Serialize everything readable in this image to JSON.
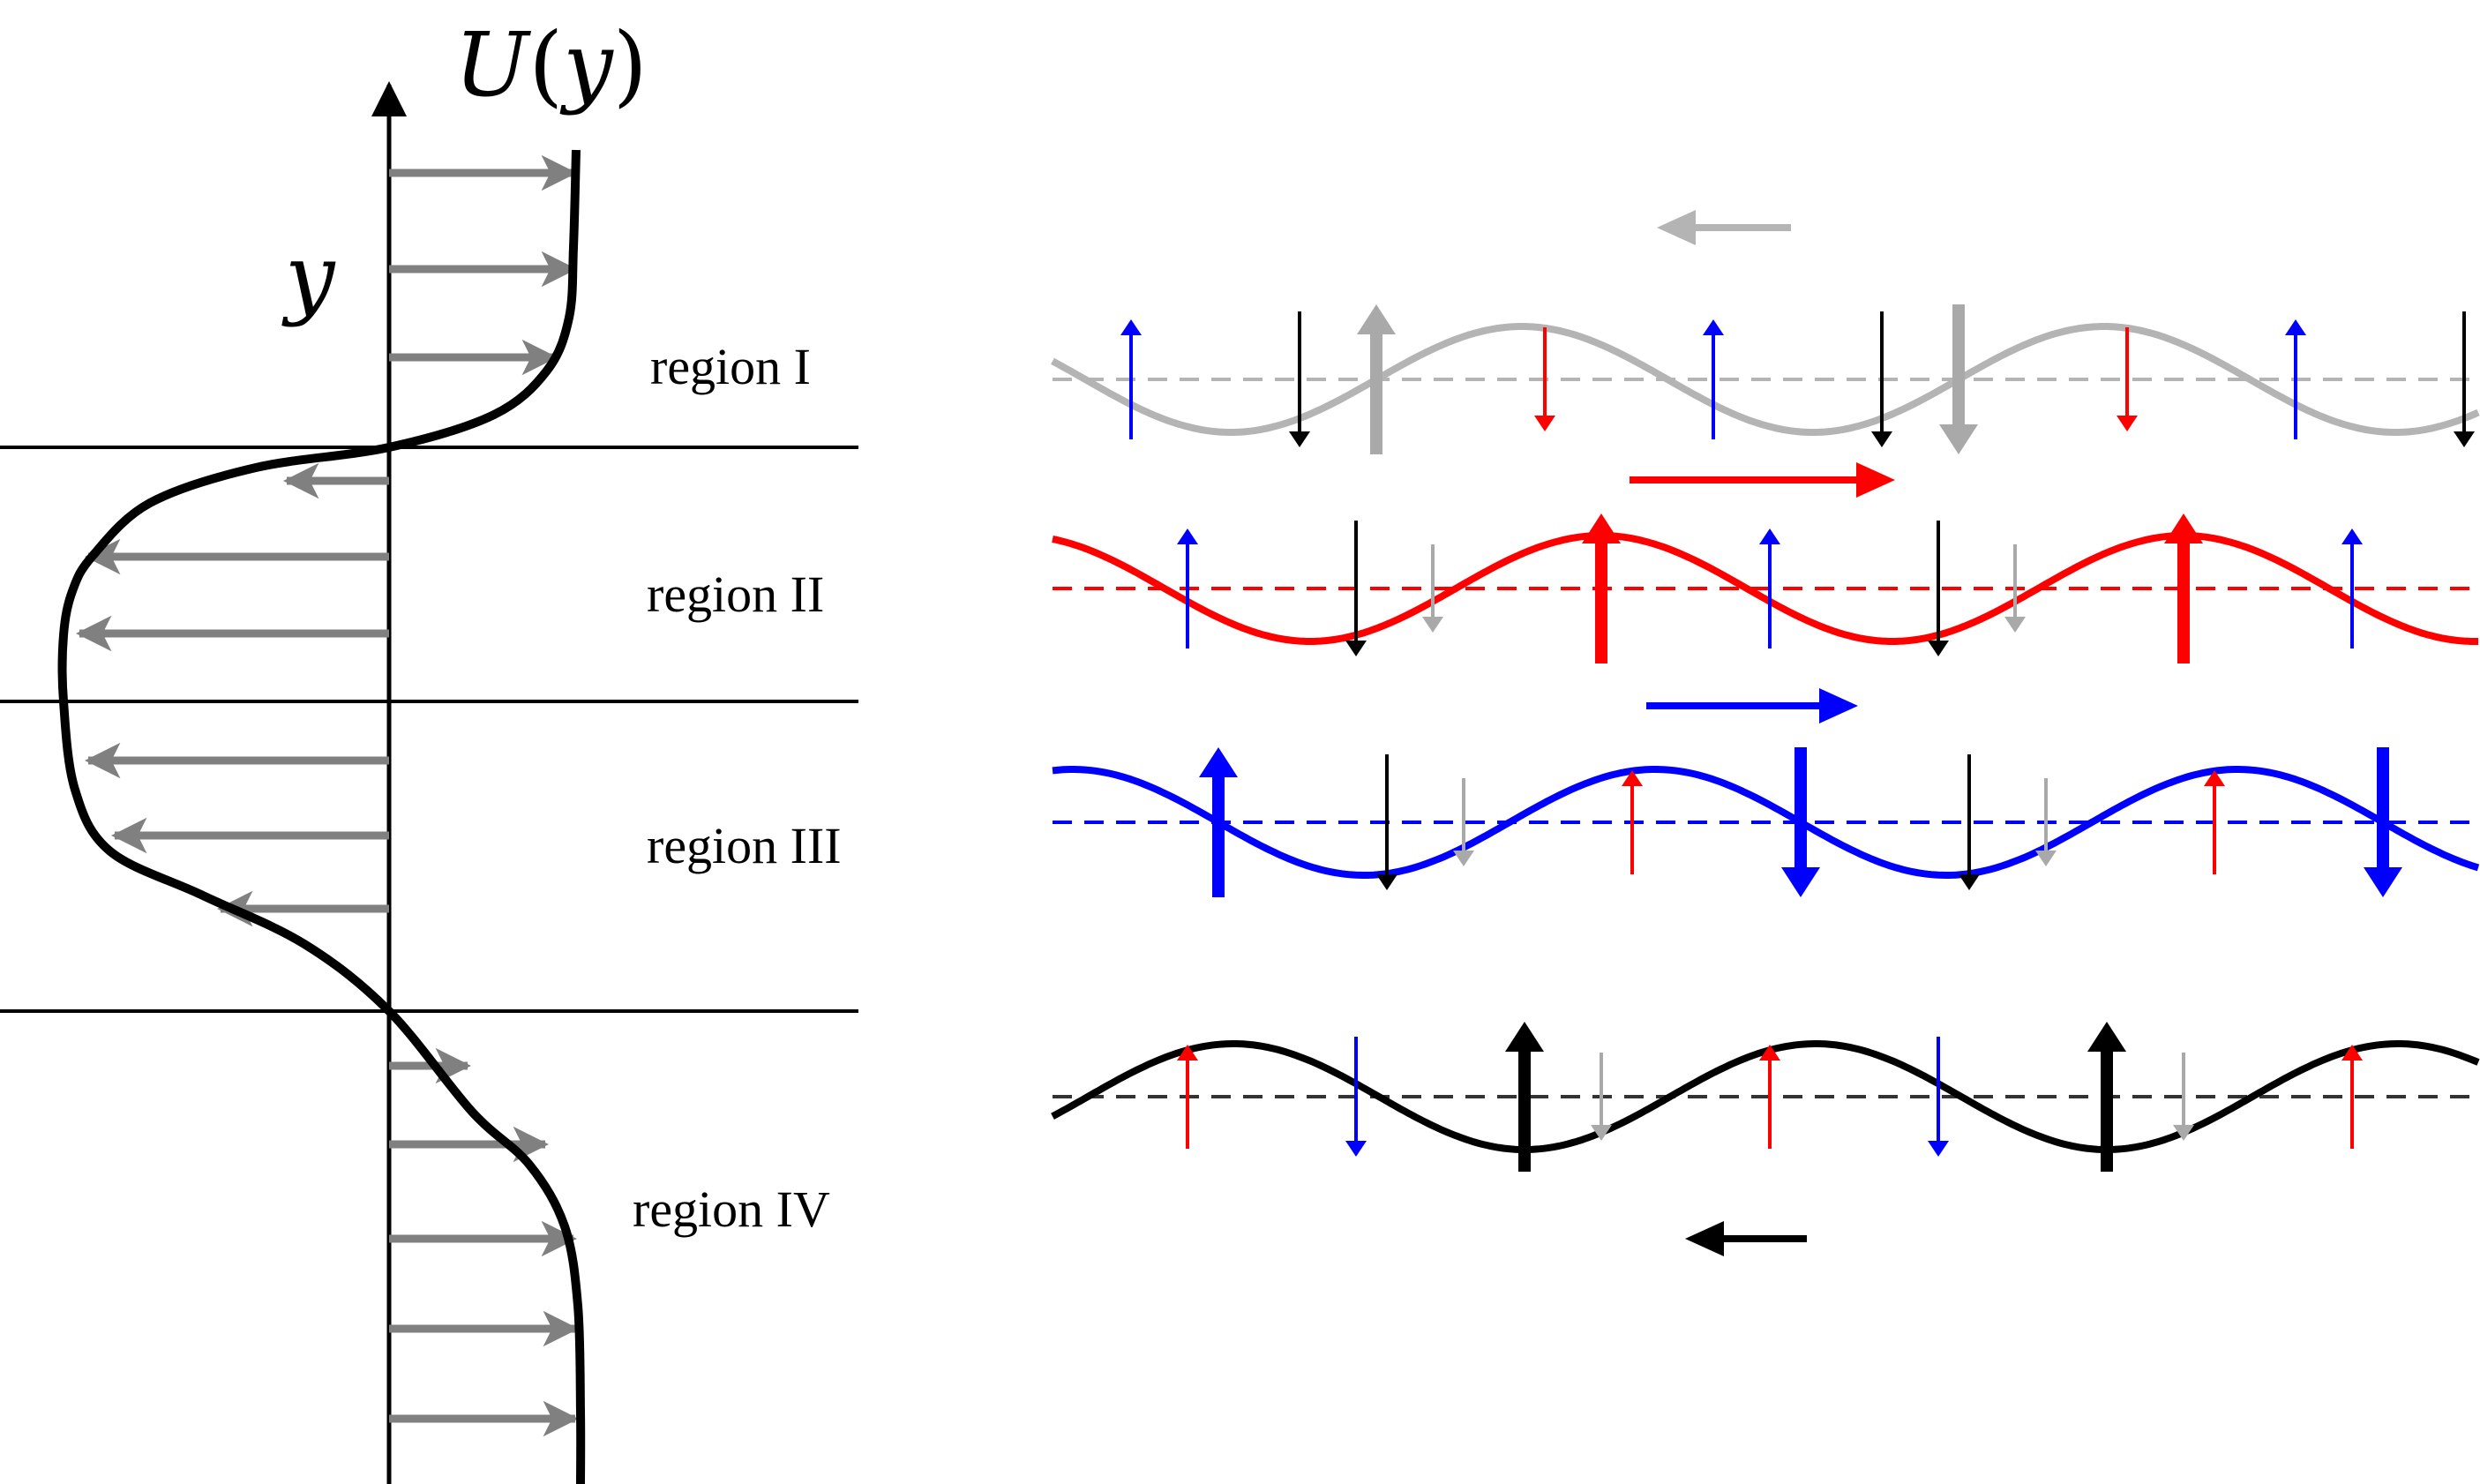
{
  "profile_panel": {
    "y_label": "y",
    "u_label": {
      "func": "U",
      "open": "(",
      "arg": "y",
      "close": ")"
    },
    "regions": [
      {
        "id": "I",
        "label": "region I"
      },
      {
        "id": "II",
        "label": "region II"
      },
      {
        "id": "III",
        "label": "region III"
      },
      {
        "id": "IV",
        "label": "region IV"
      }
    ],
    "profile_color": "#000000",
    "velocity_arrow_color": "#808080",
    "flow_direction_by_region": {
      "I": "positive",
      "II": "negative",
      "III": "negative",
      "IV": "positive"
    }
  },
  "wave_panel": {
    "waves": [
      {
        "region": "I",
        "color": "#b4b4b4",
        "propagation": "left"
      },
      {
        "region": "II",
        "color": "#ff0000",
        "propagation": "right"
      },
      {
        "region": "III",
        "color": "#0000ff",
        "propagation": "right"
      },
      {
        "region": "IV",
        "color": "#000000",
        "propagation": "left"
      }
    ],
    "mean_line_style": "dashed",
    "arrow_colors": {
      "I": "#a9a9a9",
      "II": "#ff0000",
      "III": "#0000ff",
      "IV": "#000000"
    }
  }
}
